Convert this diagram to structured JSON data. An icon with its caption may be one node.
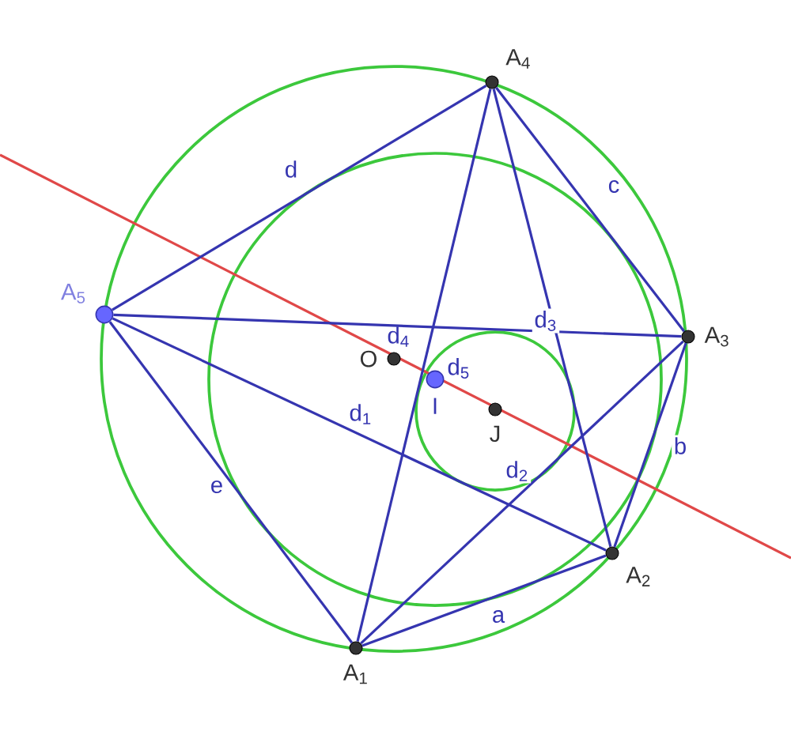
{
  "diagram": {
    "nodes": [
      {
        "text": [
          "A$_{1}$"
        ]
      },
      {
        "text": [
          "A$_{2}$"
        ]
      },
      {
        "text": [
          "A$_{3}$"
        ]
      },
      {
        "text": [
          "A$_{4}$"
        ]
      },
      {
        "text": [
          "A$_{5}$"
        ]
      },
      {
        "text": [
          "O"
        ]
      },
      {
        "text": [
          "I"
        ]
      },
      {
        "text": [
          "J"
        ]
      }
    ],
    "edges": [
      {
        "from": 0,
        "to": 1,
        "arrow": "none",
        "label": "a"
      },
      {
        "from": 1,
        "to": 2,
        "arrow": "none",
        "label": "b"
      },
      {
        "from": 2,
        "to": 3,
        "arrow": "none",
        "label": "c"
      },
      {
        "from": 3,
        "to": 4,
        "arrow": "none",
        "label": "d"
      },
      {
        "from": 4,
        "to": 0,
        "arrow": "none",
        "label": "e"
      },
      {
        "from": 4,
        "to": 1,
        "arrow": "none",
        "label": "d$_{1}$"
      },
      {
        "from": 0,
        "to": 2,
        "arrow": "none",
        "label": "d$_{2}$"
      },
      {
        "from": 4,
        "to": 2,
        "arrow": "none",
        "label": "d$_{3}$"
      },
      {
        "from": 0,
        "to": 3,
        "arrow": "none"
      },
      {
        "from": 1,
        "to": 3,
        "arrow": "none"
      }
    ],
    "labels": [
      "d$_{4}$",
      "d$_{5}$"
    ]
  }
}
